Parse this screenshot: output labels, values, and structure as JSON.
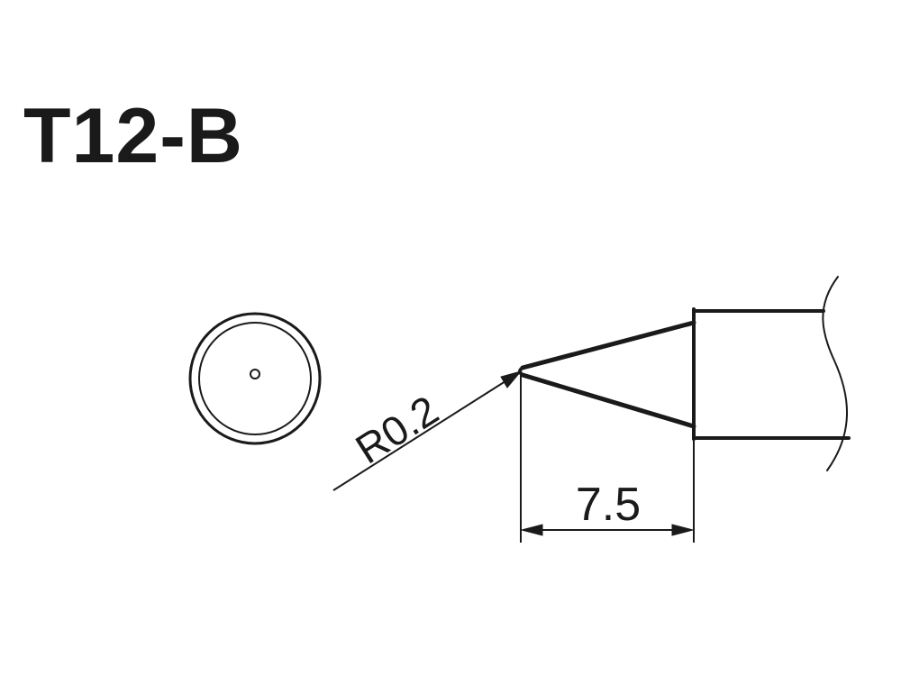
{
  "title": "T12-B",
  "radius_label": "R0.2",
  "length_label": "7.5",
  "colors": {
    "line": "#1a1a1a",
    "background": "#ffffff"
  }
}
